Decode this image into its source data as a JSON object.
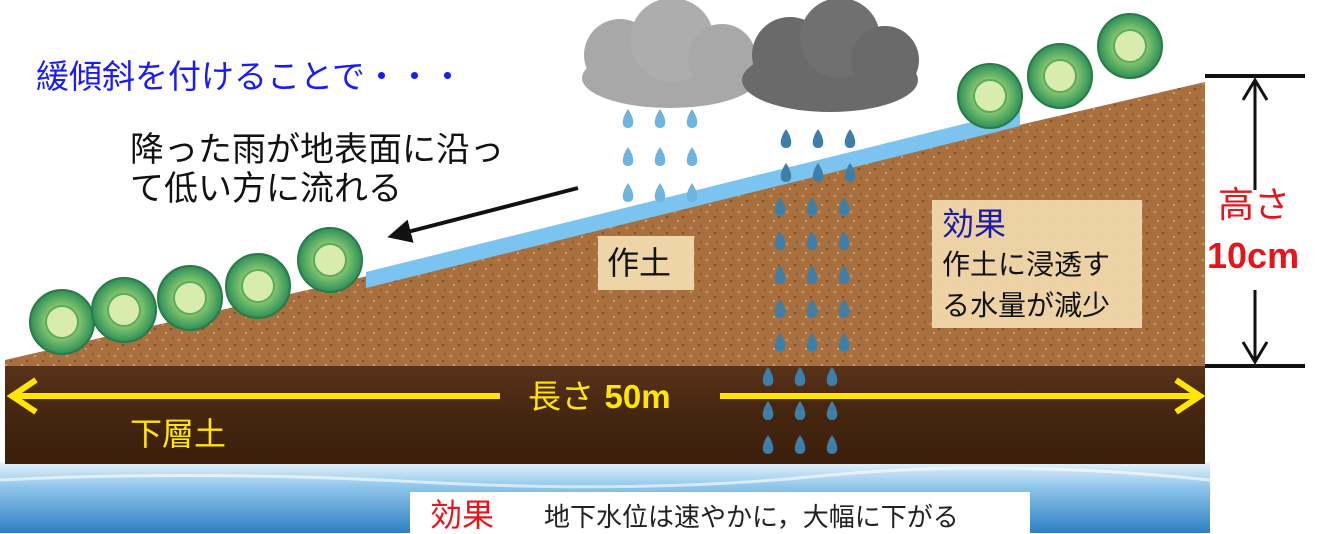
{
  "headline": "緩傾斜を付けることで・・・",
  "rain_note": {
    "line1": "降った雨が地表面に沿っ",
    "line2": "て低い方に流れる"
  },
  "topsoil_label": "作土",
  "effect_box": {
    "title": "効果",
    "line1": "作土に浸透す",
    "line2": "る水量が減少"
  },
  "height": {
    "label": "高さ",
    "value": "10cm"
  },
  "length": {
    "label": "長さ",
    "value": "50m"
  },
  "subsoil_label": "下層土",
  "bottom_effect": {
    "title": "効果",
    "text": "地下水位は速やかに，大幅に下がる"
  },
  "colors": {
    "topsoil": "#a8703e",
    "subsoil": "#4a2a16",
    "runoff": "#7cc4f0",
    "rain_light": "#6fb4de",
    "rain_dark": "#3d7fa8",
    "highlight_red": "#e8141c",
    "highlight_yellow": "#ffe600",
    "headline_blue": "#1a1aff"
  }
}
